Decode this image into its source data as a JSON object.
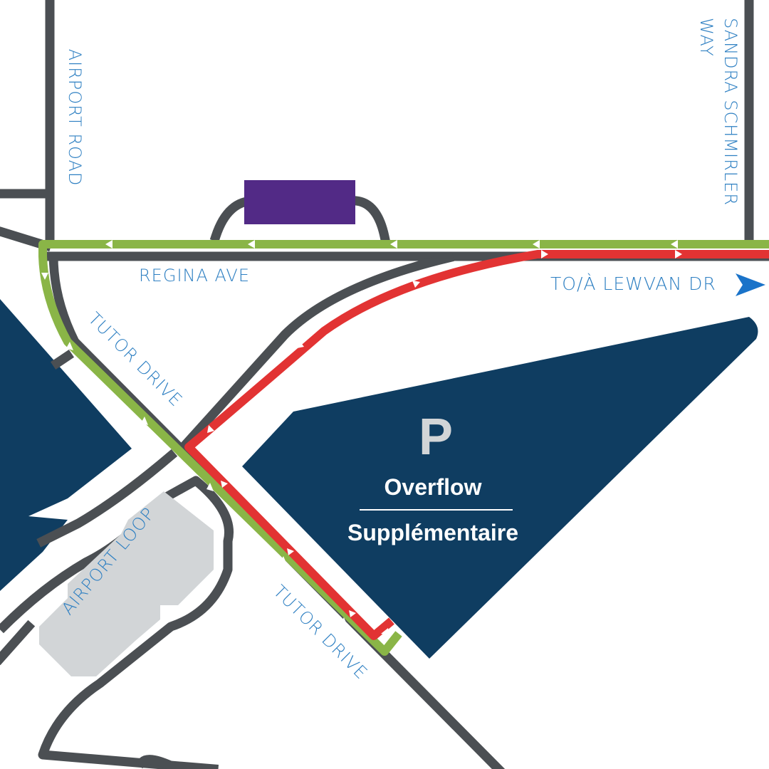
{
  "streets": {
    "airport_road": "AIRPORT ROAD",
    "sandra_schmirler_way": "SANDRA SCHMIRLER WAY",
    "regina_ave": "REGINA AVE",
    "tutor_drive_north": "TUTOR DRIVE",
    "tutor_drive_south": "TUTOR DRIVE",
    "airport_loop": "AIRPORT LOOP"
  },
  "destination": {
    "label": "TO/À LEWVAN DR",
    "icon": "right-triangle-arrow-icon"
  },
  "parking_lot": {
    "symbol": "P",
    "label_en": "Overflow",
    "label_fr": "Supplémentaire"
  },
  "routes": [
    {
      "name": "",
      "color": "#8ab547"
    },
    {
      "name": "",
      "color": "#e23333"
    }
  ],
  "colors": {
    "road": "#4b4f53",
    "lot": "#0f3d61",
    "building": "#d2d5d7",
    "landmark": "#522a86",
    "label": "#2d7fc2",
    "destination_arrow": "#1a73c9"
  }
}
